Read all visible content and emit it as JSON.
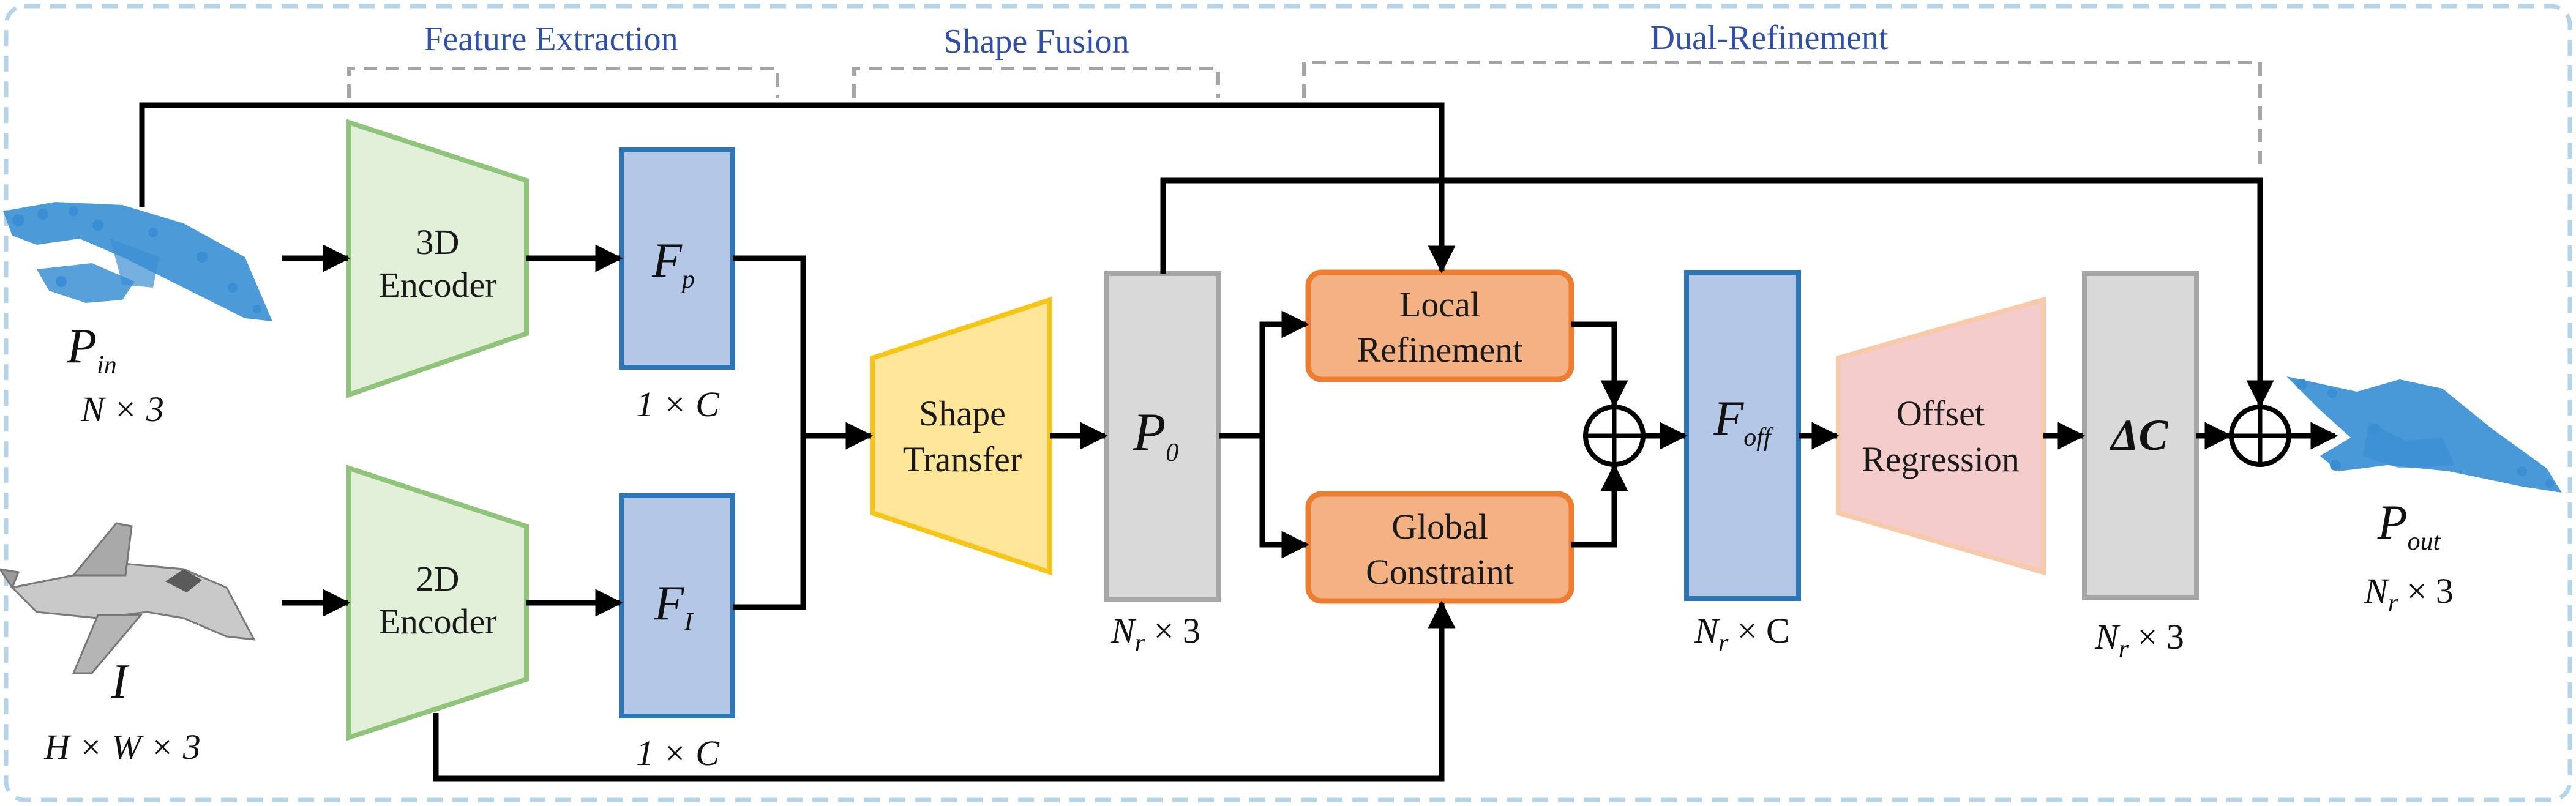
{
  "sections": {
    "feature_extraction": "Feature Extraction",
    "shape_fusion": "Shape Fusion",
    "dual_refinement": "Dual-Refinement"
  },
  "inputs": {
    "point_cloud_symbol": "P",
    "point_cloud_sub": "in",
    "point_cloud_dim": "N × 3",
    "image_symbol": "I",
    "image_dim": "H × W × 3"
  },
  "encoders": {
    "encoder_3d": [
      "3D",
      "Encoder"
    ],
    "encoder_2d": [
      "2D",
      "Encoder"
    ]
  },
  "features": {
    "fp_symbol": "F",
    "fp_sub": "p",
    "fp_dim": "1 × C",
    "fi_symbol": "F",
    "fi_sub": "I",
    "fi_dim": "1 × C"
  },
  "shape_transfer": [
    "Shape",
    "Transfer"
  ],
  "p0": {
    "symbol": "P",
    "sub": "0",
    "dim_symbol": "N",
    "dim_sub": "r",
    "dim_rest": " × 3"
  },
  "refinement": {
    "local": [
      "Local",
      "Refinement"
    ],
    "global": [
      "Global",
      "Constraint"
    ]
  },
  "foff": {
    "symbol": "F",
    "sub": "off",
    "dim_symbol": "N",
    "dim_sub": "r",
    "dim_rest": " × C"
  },
  "offset_regression": [
    "Offset",
    "Regression"
  ],
  "delta_c": {
    "symbol": "ΔC",
    "dim_symbol": "N",
    "dim_sub": "r",
    "dim_rest": " × 3"
  },
  "output": {
    "symbol": "P",
    "sub": "out",
    "dim_symbol": "N",
    "dim_sub": "r",
    "dim_rest": " × 3"
  },
  "colors": {
    "encoder_fill": "#e2f0d9",
    "encoder_stroke": "#90c47a",
    "feature_fill": "#b4c7e7",
    "feature_stroke": "#2e75b6",
    "transfer_fill": "#ffe699",
    "transfer_stroke": "#f5c518",
    "point_fill": "#d9d9d9",
    "point_stroke": "#a6a6a6",
    "refine_fill": "#f4b183",
    "refine_stroke": "#ed7d31",
    "offset_fill": "#f4cccc",
    "offset_stroke": "#f7caac",
    "frame_stroke": "#b4d4ea",
    "bracket_stroke": "#a6a6a6",
    "section_text": "#2f4fa8",
    "point_cloud": "#3a8fd4"
  }
}
